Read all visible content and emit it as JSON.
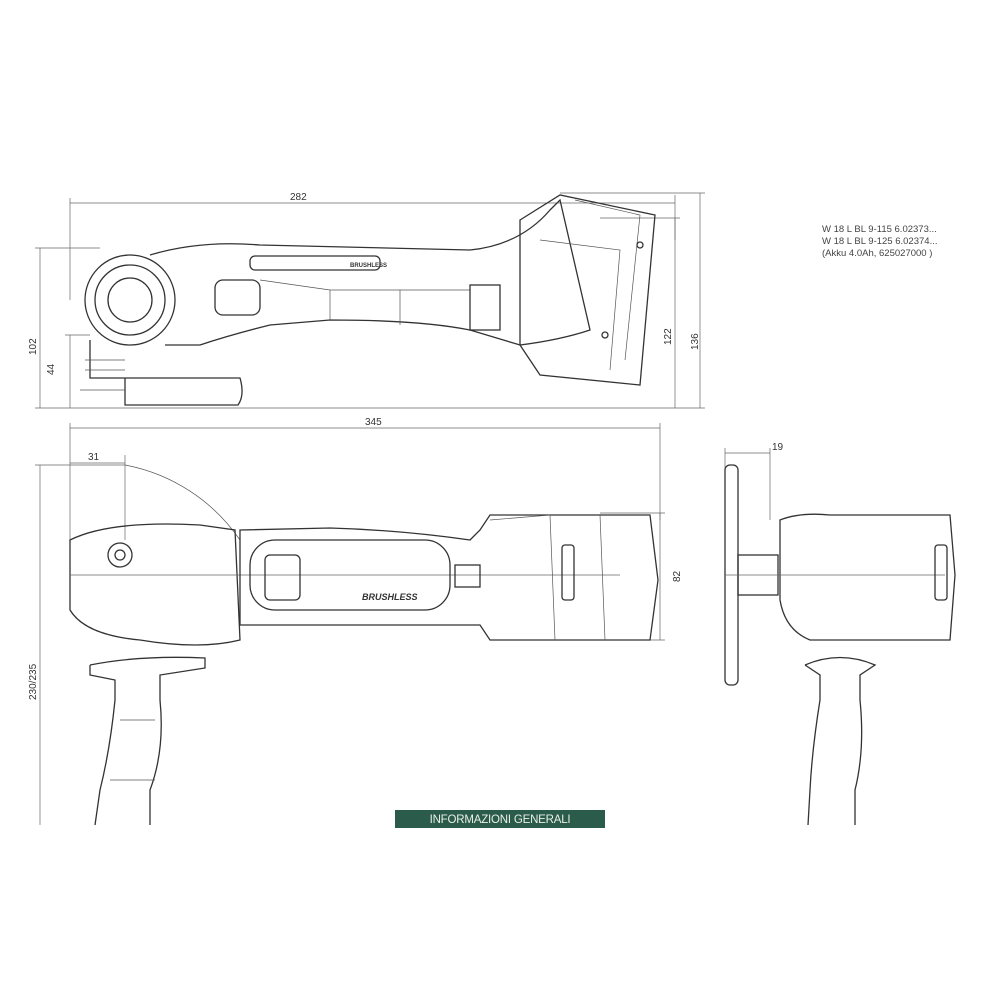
{
  "model_info": {
    "lines": [
      "W 18 L BL 9-115   6.02373...",
      "W 18 L BL 9-125   6.02374...",
      "(Akku 4.0Ah, 625027000 )"
    ]
  },
  "dimensions": {
    "side_length": "282",
    "side_height_front": "102",
    "side_disc_height": "44",
    "side_height_rear": "122",
    "side_height_total": "136",
    "top_length": "345",
    "top_front_offset": "31",
    "top_disc_diameter": "230/235",
    "top_battery_width": "82",
    "front_guard_offset": "19"
  },
  "labels": {
    "brand_side": "BRUSHLESS",
    "brand_top": "BRUSHLESS"
  },
  "banner": {
    "label": "INFORMAZIONI GENERALI",
    "color": "#2b5b4b"
  }
}
